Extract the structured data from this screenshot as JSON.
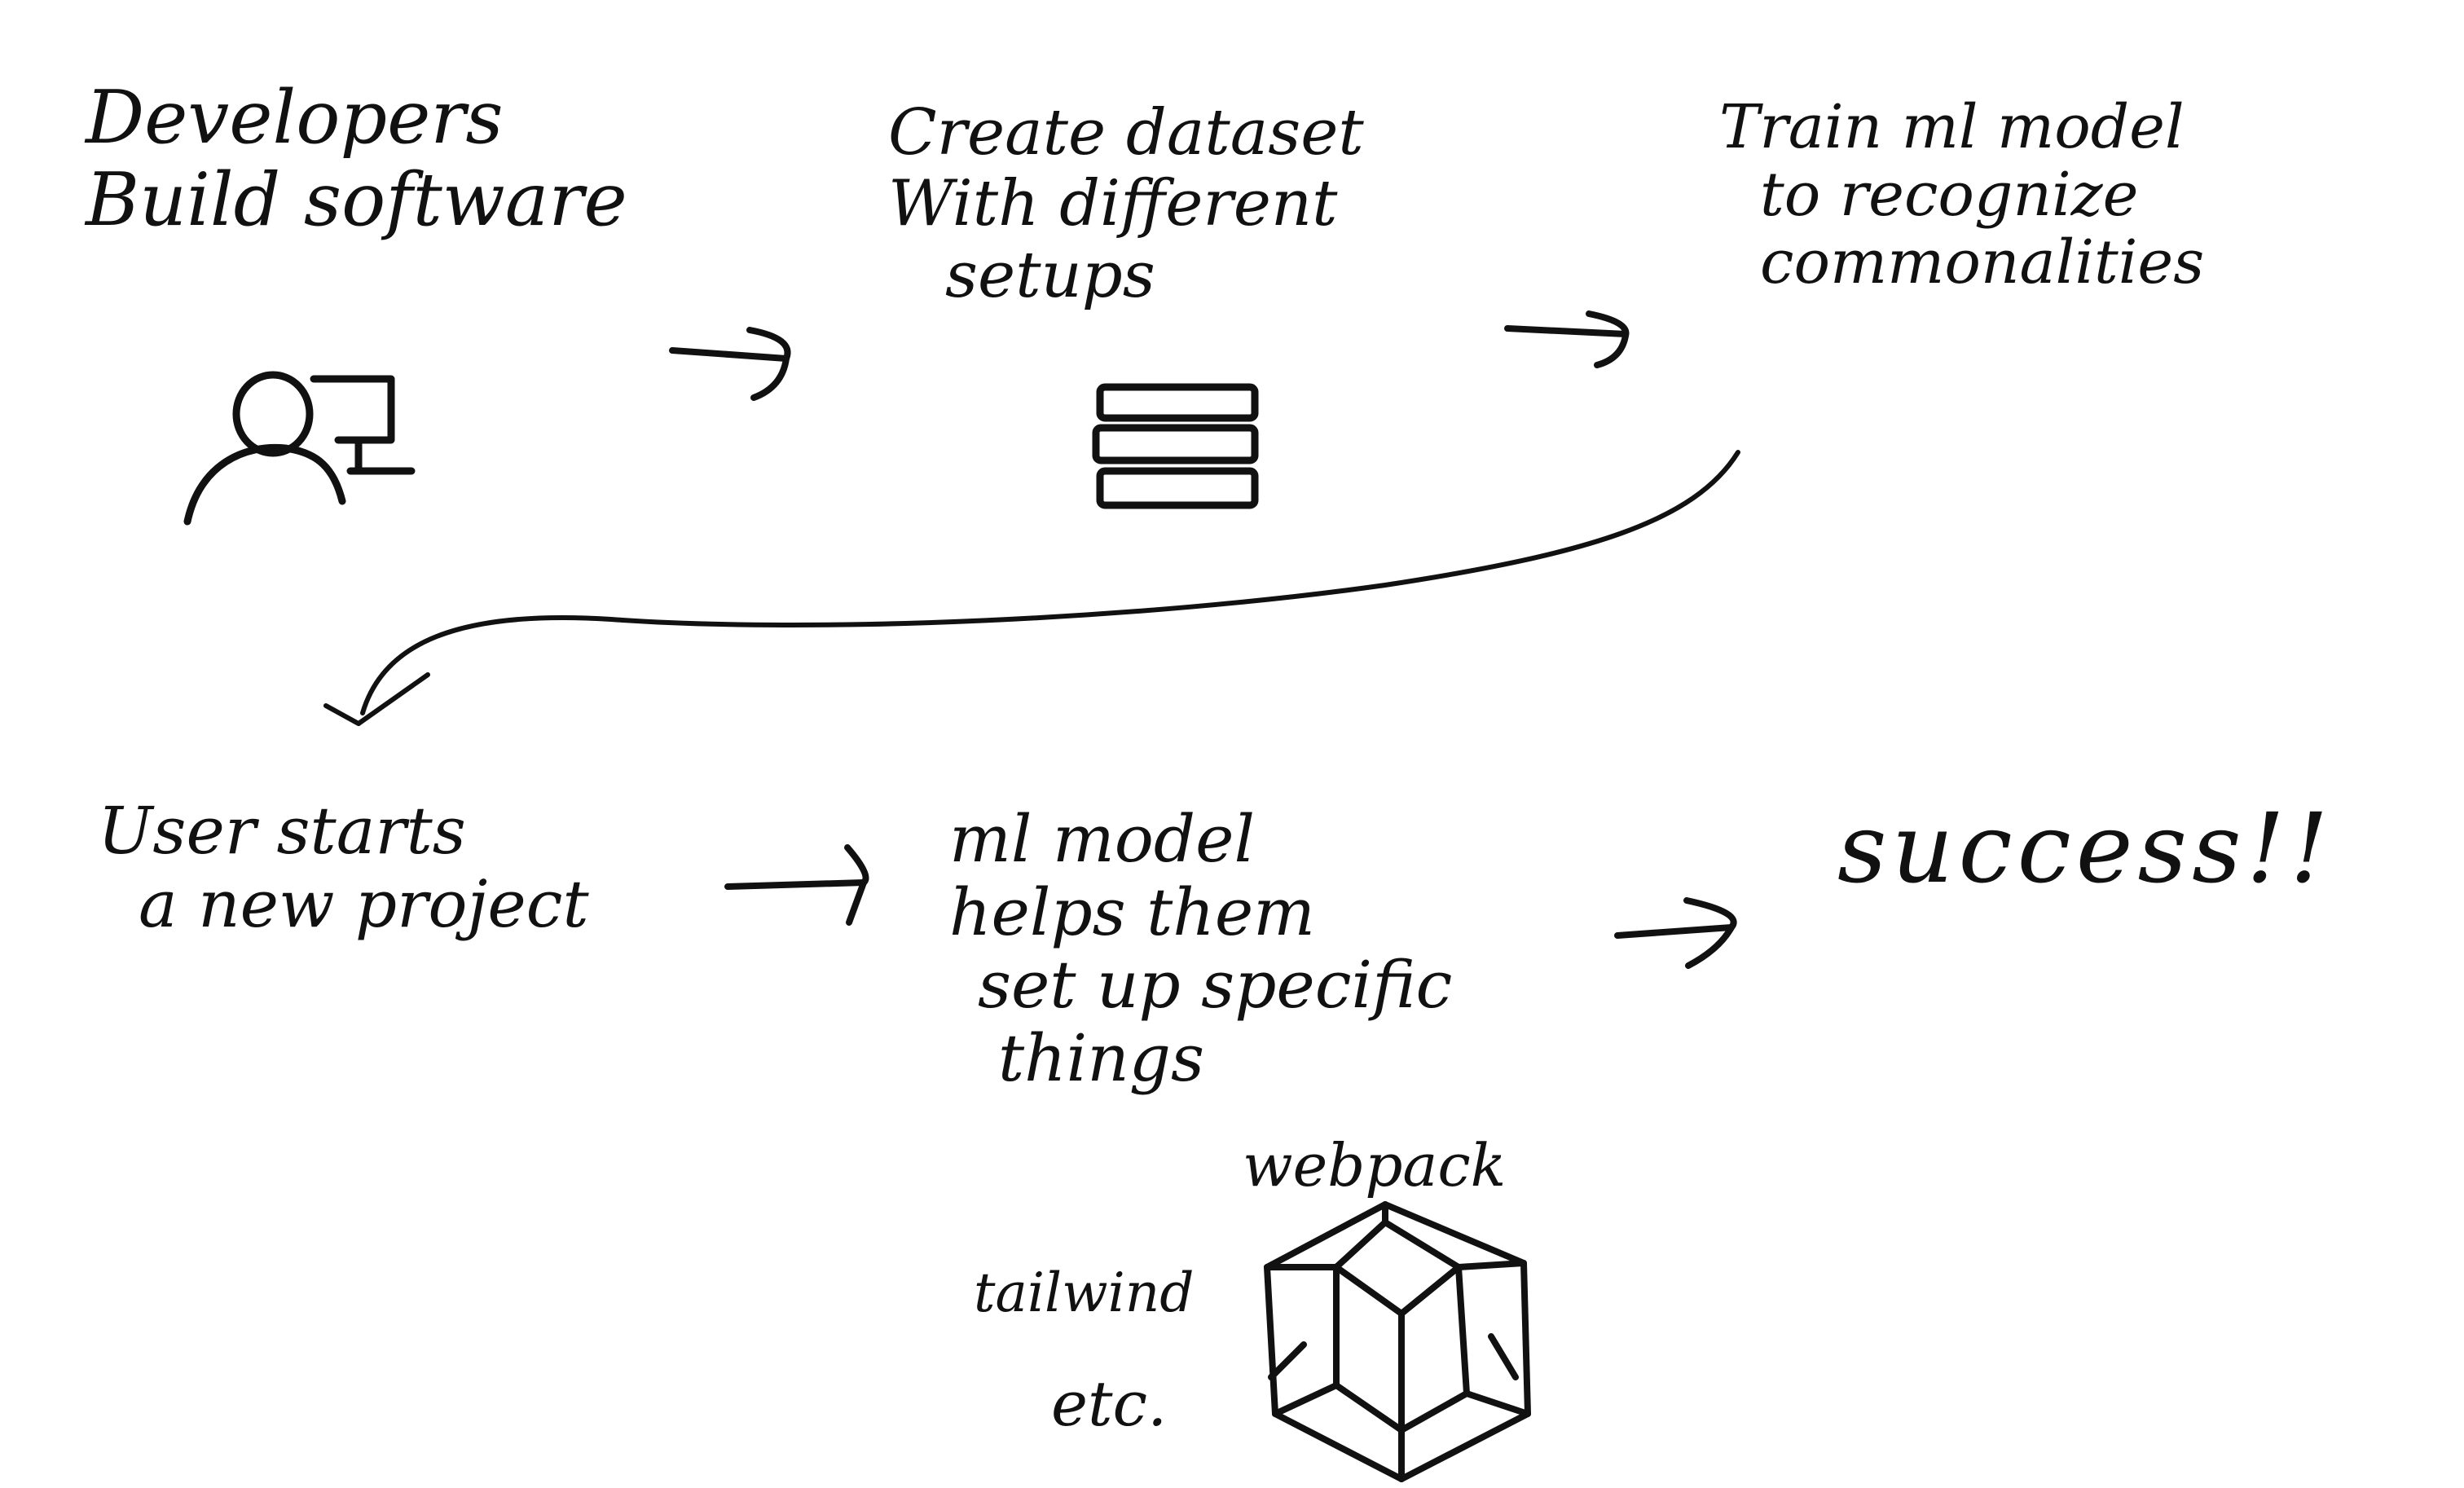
{
  "steps": {
    "developers": {
      "lines": [
        "Developers",
        "Build software"
      ]
    },
    "dataset": {
      "lines": [
        "Create dataset",
        "With different",
        "setups"
      ]
    },
    "train": {
      "lines": [
        "Train ml model",
        "to recognize",
        "commonalities"
      ]
    },
    "user": {
      "lines": [
        "User starts",
        "a new project"
      ]
    },
    "ml_helps": {
      "lines": [
        "ml model",
        "helps them",
        "set up specific",
        "things"
      ]
    },
    "success": {
      "lines": [
        "success!!"
      ]
    }
  },
  "examples": {
    "webpack": "webpack",
    "tailwind": "tailwind",
    "etc": "etc."
  },
  "icons": {
    "developer": "person-at-computer-icon",
    "dataset": "stacked-layers-icon",
    "webpack": "webpack-cube-icon"
  },
  "colors": {
    "ink": "#111111",
    "paper": "#ffffff"
  }
}
